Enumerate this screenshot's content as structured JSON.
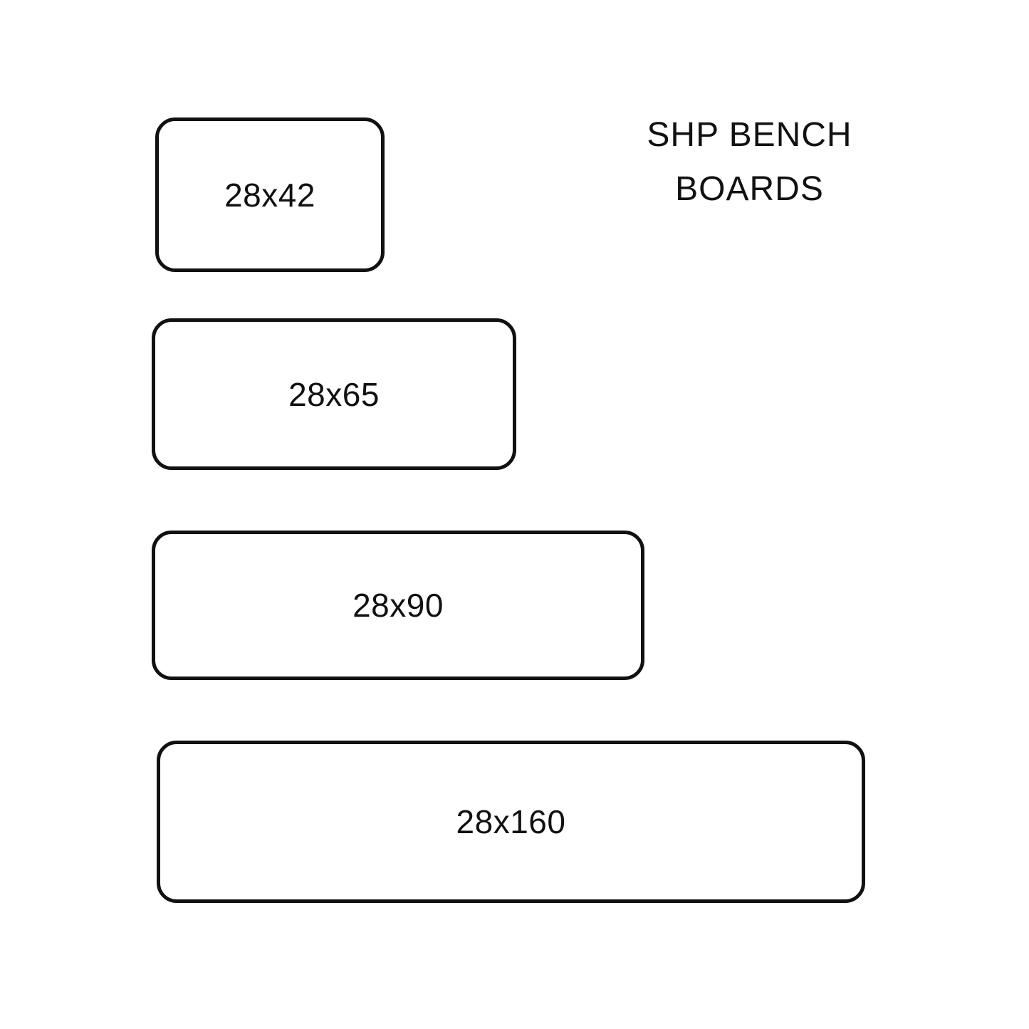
{
  "title": {
    "line1": "SHP BENCH",
    "line2": "BOARDS"
  },
  "boards": [
    {
      "label": "28x42",
      "thickness": 28,
      "width": 42
    },
    {
      "label": "28x65",
      "thickness": 28,
      "width": 65
    },
    {
      "label": "28x90",
      "thickness": 28,
      "width": 90
    },
    {
      "label": "28x160",
      "thickness": 28,
      "width": 160
    }
  ],
  "colors": {
    "background": "#ffffff",
    "stroke": "#111111",
    "text": "#111111"
  },
  "diagram": {
    "type": "size-comparison-diagram",
    "item_count": 4
  }
}
